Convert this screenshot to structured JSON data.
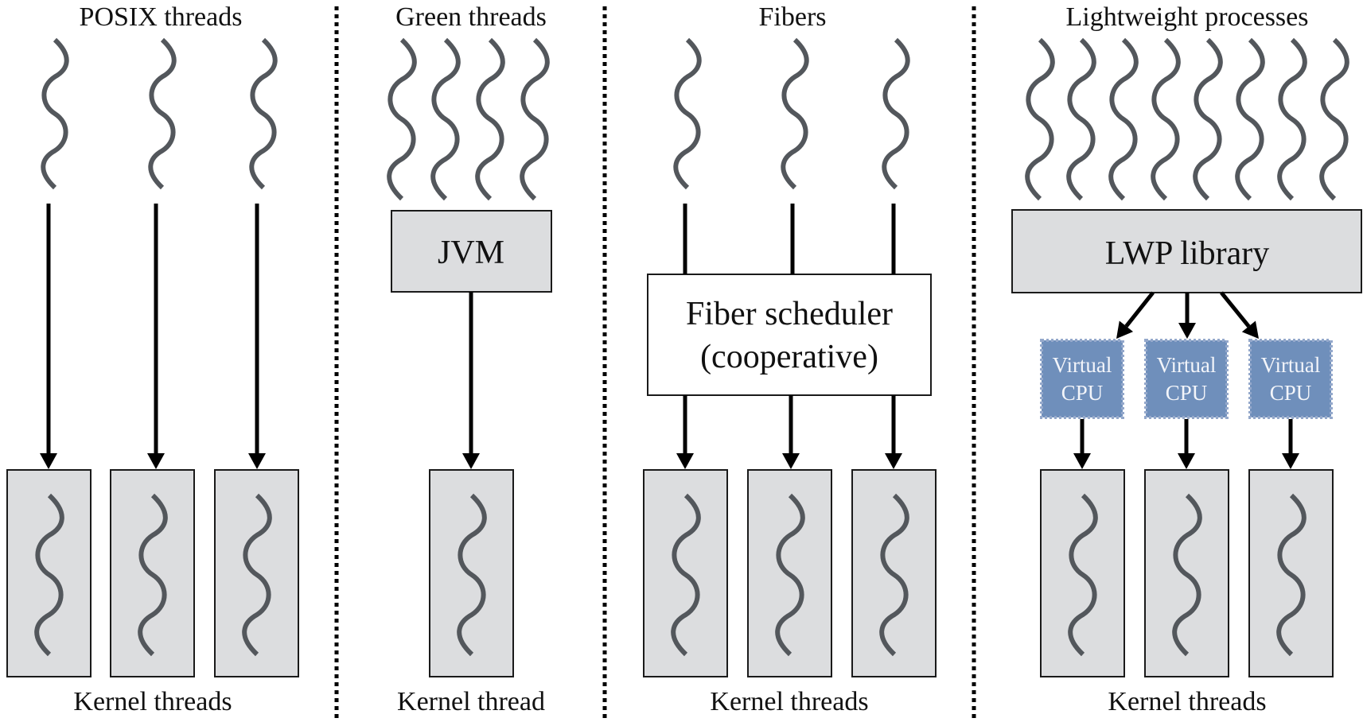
{
  "panels": [
    {
      "id": "posix",
      "title": "POSIX threads",
      "user_threads": 3,
      "middle_box": null,
      "kernel_threads": 3,
      "kernel_label": "Kernel threads"
    },
    {
      "id": "green",
      "title": "Green threads",
      "user_threads": 4,
      "middle_box": {
        "label": "JVM"
      },
      "kernel_threads": 1,
      "kernel_label": "Kernel thread"
    },
    {
      "id": "fibers",
      "title": "Fibers",
      "user_threads": 3,
      "middle_box": {
        "label_line1": "Fiber scheduler",
        "label_line2": "(cooperative)"
      },
      "kernel_threads": 3,
      "kernel_label": "Kernel threads"
    },
    {
      "id": "lwp",
      "title": "Lightweight processes",
      "user_threads": 8,
      "middle_box": {
        "label": "LWP library"
      },
      "virtual_cpus": [
        {
          "line1": "Virtual",
          "line2": "CPU"
        },
        {
          "line1": "Virtual",
          "line2": "CPU"
        },
        {
          "line1": "Virtual",
          "line2": "CPU"
        }
      ],
      "kernel_threads": 3,
      "kernel_label": "Kernel threads"
    }
  ],
  "colors": {
    "thread_wave": "#53575c",
    "box_fill": "#dcdddf",
    "vcpu_fill": "#6f8fbb",
    "vcpu_text": "#f3f5fa"
  }
}
